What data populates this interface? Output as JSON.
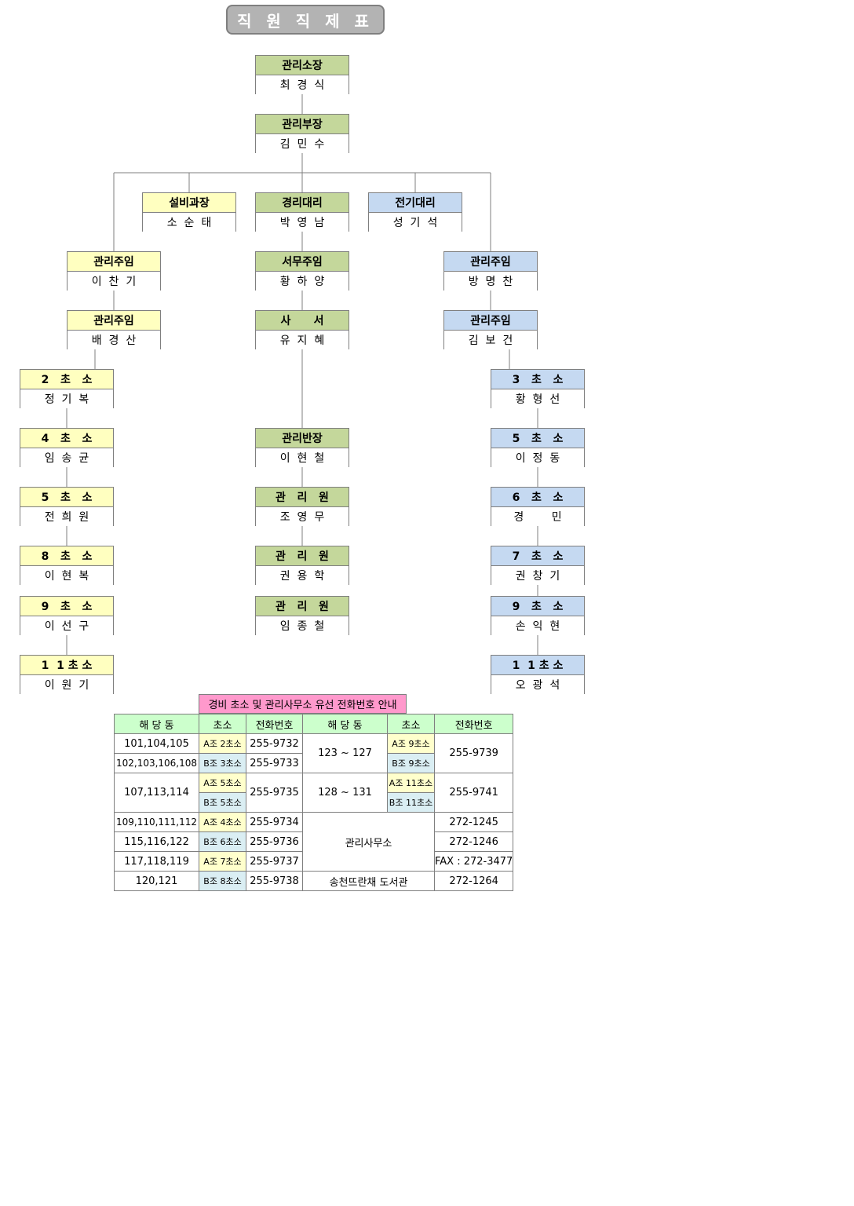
{
  "title": "직 원 직 제 표",
  "org": {
    "manager": {
      "title": "관리소장",
      "name": "최  경  식"
    },
    "vice": {
      "title": "관리부장",
      "name": "김  민  수"
    },
    "facility_chief": {
      "title": "설비과장",
      "name": "소  순  태"
    },
    "accounting": {
      "title": "경리대리",
      "name": "박  영  남"
    },
    "electric": {
      "title": "전기대리",
      "name": "성  기  석"
    },
    "left_chief1": {
      "title": "관리주임",
      "name": "이  찬  기"
    },
    "left_chief2": {
      "title": "관리주임",
      "name": "배  경  산"
    },
    "clerk_chief": {
      "title": "서무주임",
      "name": "황  하  양"
    },
    "clerk": {
      "title": "사      서",
      "name": "유  지  혜"
    },
    "right_chief1": {
      "title": "관리주임",
      "name": "방  명  찬"
    },
    "right_chief2": {
      "title": "관리주임",
      "name": "김  보  건"
    },
    "left_posts": [
      {
        "title": "2   초   소",
        "name": "정  기  복"
      },
      {
        "title": "4   초   소",
        "name": "임  송  균"
      },
      {
        "title": "5   초   소",
        "name": "전  희  원"
      },
      {
        "title": "8   초   소",
        "name": "이  현  복"
      },
      {
        "title": "9   초   소",
        "name": "이  선  구"
      },
      {
        "title": "1  1 초 소",
        "name": "이  원  기"
      }
    ],
    "center_staff": [
      {
        "title": "관리반장",
        "name": "이  현  철"
      },
      {
        "title": "관   리   원",
        "name": "조  영  무"
      },
      {
        "title": "관   리   원",
        "name": "권  용  학"
      },
      {
        "title": "관   리   원",
        "name": "임  종  철"
      }
    ],
    "right_posts": [
      {
        "title": "3   초   소",
        "name": "황  형  선"
      },
      {
        "title": "5   초   소",
        "name": "이  정  동"
      },
      {
        "title": "6   초   소",
        "name": "경        민"
      },
      {
        "title": "7   초   소",
        "name": "권  창  기"
      },
      {
        "title": "9   초   소",
        "name": "손  익  현"
      },
      {
        "title": "1  1 초 소",
        "name": "오  광  석"
      }
    ]
  },
  "phone": {
    "caption": "경비 초소 및 관리사무소 유선 전화번호 안내",
    "headers": {
      "dong": "해 당 동",
      "post": "초소",
      "tel": "전화번호"
    },
    "r1": {
      "dong_a": "101,104,105",
      "dong_b": "102,103,106,108",
      "post_a": "A조 2초소",
      "post_b": "B조 3초소",
      "tel_a": "255-9732",
      "tel_b": "255-9733",
      "rdong": "123 ~ 127",
      "rpost_a": "A조 9초소",
      "rpost_b": "B조 9초소",
      "rtel": "255-9739"
    },
    "r2": {
      "dong": "107,113,114",
      "post_a": "A조 5초소",
      "post_b": "B조 5초소",
      "tel": "255-9735",
      "rdong": "128 ~ 131",
      "rpost_a": "A조 11초소",
      "rpost_b": "B조 11초소",
      "rtel": "255-9741"
    },
    "r3": [
      {
        "dong": "109,110,111,112",
        "post": "A조 4초소",
        "tel": "255-9734"
      },
      {
        "dong": "115,116,122",
        "post": "B조 6초소",
        "tel": "255-9736"
      },
      {
        "dong": "117,118,119",
        "post": "A조 7초소",
        "tel": "255-9737"
      },
      {
        "dong": "120,121",
        "post": "B조 8초소",
        "tel": "255-9738"
      }
    ],
    "office": {
      "label": "관리사무소",
      "tels": [
        "272-1245",
        "272-1246",
        "FAX : 272-3477"
      ]
    },
    "library": {
      "label": "송천뜨란채 도서관",
      "tel": "272-1264"
    }
  }
}
